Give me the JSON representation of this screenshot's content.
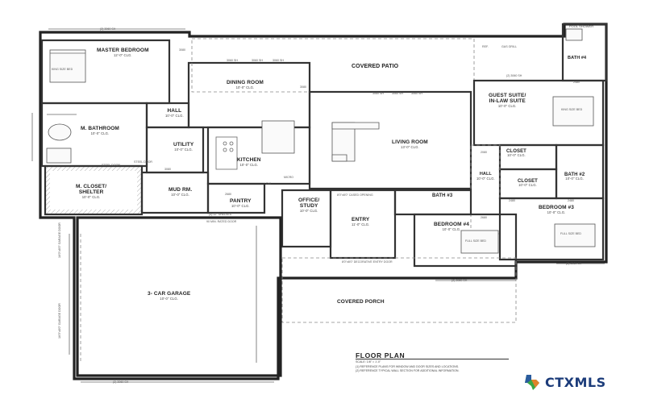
{
  "rooms": {
    "master_bedroom": {
      "name": "MASTER BEDROOM",
      "dim": "12'-0\" CLG."
    },
    "covered_patio": {
      "name": "COVERED PATIO"
    },
    "dining_room": {
      "name": "DINING ROOM",
      "dim": "10'-0\" CLG."
    },
    "hall_upper": {
      "name": "HALL",
      "dim": "10'-0\" CLG."
    },
    "m_bathroom": {
      "name": "M. BATHROOM",
      "dim": "10'-0\" CLG."
    },
    "utility": {
      "name": "UTILITY",
      "dim": "10'-0\" CLG."
    },
    "kitchen": {
      "name": "KITCHEN",
      "dim": "10'-0\" CLG."
    },
    "living_room": {
      "name": "LIVING ROOM",
      "dim": "13'-0\" CLG."
    },
    "guest_suite": {
      "name": "GUEST SUITE/",
      "name2": "IN-LAW SUITE",
      "dim": "10'-0\" CLG."
    },
    "bath4": {
      "name": "BATH #4"
    },
    "m_closet": {
      "name": "M. CLOSET/",
      "name2": "SHELTER",
      "dim": "10'-0\" CLG."
    },
    "mud_rm": {
      "name": "MUD RM.",
      "dim": "10'-0\" CLG."
    },
    "pantry": {
      "name": "PANTRY",
      "dim": "10'-0\" CLG."
    },
    "office": {
      "name": "OFFICE/",
      "name2": "STUDY",
      "dim": "10'-0\" CLG."
    },
    "closet1": {
      "name": "CLOSET",
      "dim": "10'-0\" CLG."
    },
    "closet2": {
      "name": "CLOSET",
      "dim": "10'-0\" CLG."
    },
    "bath2": {
      "name": "BATH #2",
      "dim": "10'-0\" CLG."
    },
    "bath3": {
      "name": "BATH #3"
    },
    "hall_lower": {
      "name": "HALL",
      "dim": "10'-0\" CLG."
    },
    "entry": {
      "name": "ENTRY",
      "dim": "11'-0\" CLG."
    },
    "bedroom4": {
      "name": "BEDROOM #4",
      "dim": "10'-0\" CLG."
    },
    "bedroom3": {
      "name": "BEDROOM #3",
      "dim": "10'-0\" CLG."
    },
    "garage": {
      "name": "3- CAR GARAGE",
      "dim": "10'-0\" CLG."
    },
    "covered_porch": {
      "name": "COVERED PORCH"
    }
  },
  "notes": {
    "pool_shower": "POOL SHOWER",
    "ref": "REF.",
    "gas_grill": "GAS GRILL",
    "window_top": "(2) 3060 SH",
    "window_3060": "3060 SH",
    "window_2480": "2480",
    "window_2080": "2080",
    "window_2680": "2680",
    "door_3080": "3080",
    "garage_door": "16'0\"x8'0\" GARAGE DOOR",
    "steel_door": "STEEL DOOR",
    "shelves": "(5) 12\" SHELVES",
    "fire_door": "90 MIN. RATED DOOR",
    "cased_opening": "8'0\"x8'0\" CASED OPENING",
    "entry_door": "8'0\"x8'0\" DECORATIVE ENTRY DOOR",
    "king_bed": "KING SIZE BED",
    "full_bed": "FULL SIZE BED",
    "bottom_window": "(2) 3060 SH",
    "dw": "DW",
    "micro": "MICRO"
  },
  "floor_plan": {
    "title": "FLOOR PLAN",
    "scale": "SCALE: 1/8\" = 1'-0\"",
    "note1": "(1) REFERENCE PLANS FOR WINDOW AND DOOR SIZES AND LOCATIONS.",
    "note2": "(2) REFERENCE TYPICAL WALL SECTION FOR ADDITIONAL INFORMATION."
  },
  "logo": {
    "text": "CTXMLS",
    "colors": {
      "green": "#3aa846",
      "orange": "#e0832a",
      "blue": "#2b5c9e",
      "text": "#1c3c7a"
    }
  }
}
